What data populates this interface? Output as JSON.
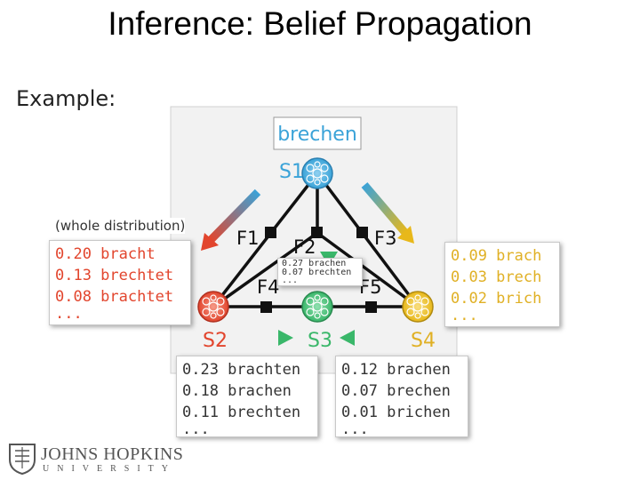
{
  "slide": {
    "title": "Inference: Belief Propagation",
    "example_label": "Example:"
  },
  "diagram": {
    "top_word": "brechen",
    "nodes": {
      "s1": "S1",
      "s2": "S2",
      "s3": "S3",
      "s4": "S4"
    },
    "factors": {
      "f1": "F1",
      "f2": "F2",
      "f3": "F3",
      "f4": "F4",
      "f5": "F5"
    },
    "whole_distribution_label": "(whole distribution)",
    "distributions": {
      "left": {
        "rows": [
          "0.20 bracht",
          "0.13 brechtet",
          "0.08 brachtet"
        ],
        "more": "...",
        "color": "#e2452d"
      },
      "right": {
        "rows": [
          "0.09 brach",
          "0.03 brech",
          "0.02 brich"
        ],
        "more": "...",
        "color": "#e0b024"
      },
      "middle": {
        "rows": [
          "0.27 brachen",
          "0.07 brechten"
        ],
        "more": "..."
      },
      "bottom_left": {
        "rows": [
          "0.23 brachten",
          "0.18 brachen",
          "0.11 brechten"
        ],
        "more": "..."
      },
      "bottom_right": {
        "rows": [
          "0.12 brachen",
          "0.07 brechen",
          "0.01 brichen"
        ],
        "more": "..."
      }
    },
    "colors": {
      "blue": "#3ba3d8",
      "red": "#e2452d",
      "yellow": "#e8b81a",
      "green": "#3ab76a"
    }
  },
  "logo": {
    "line1": "JOHNS HOPKINS",
    "line2": "UNIVERSITY",
    "icon": "shield-icon"
  }
}
